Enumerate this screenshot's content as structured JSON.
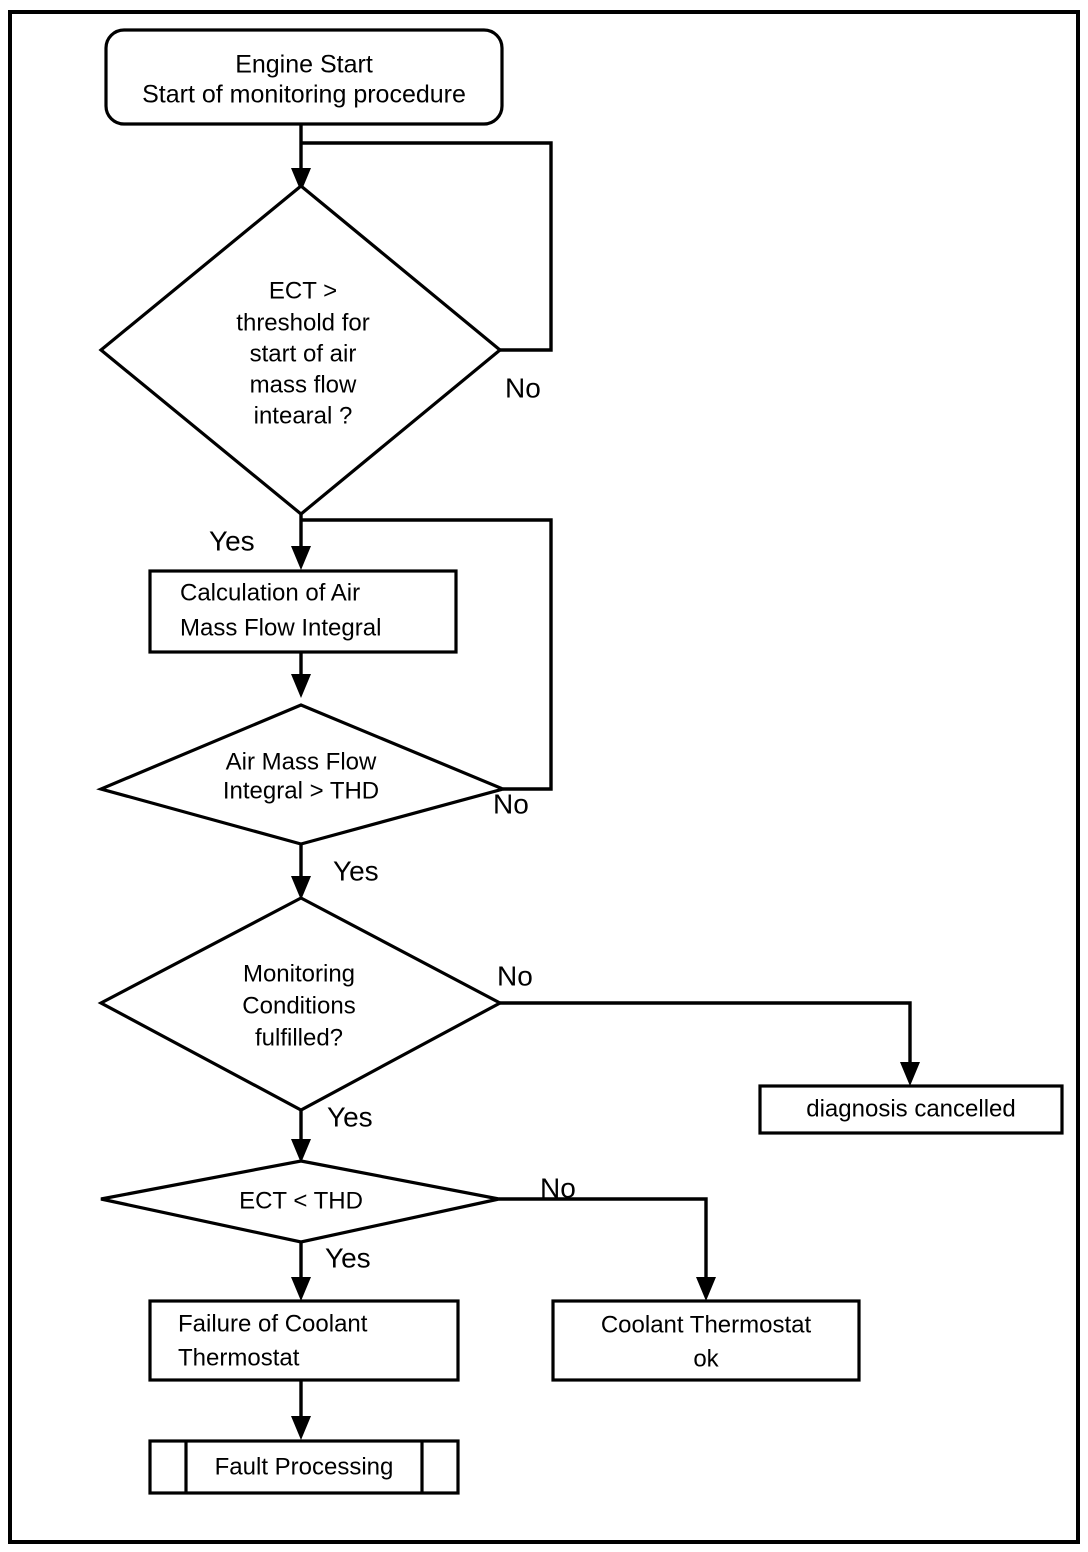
{
  "diagram": {
    "title": "Coolant thermostat monitoring flowchart",
    "type": "flowchart",
    "stroke_color": "#000000",
    "fill_color": "#ffffff",
    "nodes": {
      "start": {
        "shape": "rounded-rectangle",
        "line1": "Engine Start",
        "line2": "Start of monitoring procedure"
      },
      "decision_ect_threshold": {
        "shape": "diamond",
        "line1": "ECT >",
        "line2": "threshold for",
        "line3": "start of air",
        "line4": "mass flow",
        "line5": "intearal ?"
      },
      "process_calculation": {
        "shape": "rectangle",
        "line1": "Calculation of Air",
        "line2": "Mass Flow Integral"
      },
      "decision_integral_thd": {
        "shape": "diamond",
        "line1": "Air Mass Flow",
        "line2": "Integral > THD"
      },
      "decision_monitoring": {
        "shape": "diamond",
        "line1": "Monitoring",
        "line2": "Conditions",
        "line3": "fulfilled?"
      },
      "terminal_cancelled": {
        "shape": "rectangle",
        "line1": "diagnosis cancelled"
      },
      "decision_ect_thd": {
        "shape": "diamond",
        "line1": "ECT < THD"
      },
      "terminal_failure": {
        "shape": "rectangle",
        "line1": "Failure of Coolant",
        "line2": "Thermostat"
      },
      "terminal_ok": {
        "shape": "rectangle",
        "line1": "Coolant Thermostat",
        "line2": "ok"
      },
      "predefined_fault_processing": {
        "shape": "predefined-process",
        "line1": "Fault Processing"
      }
    },
    "branch_labels": {
      "no_ect_threshold": "No",
      "yes_ect_threshold": "Yes",
      "no_integral_thd": "No",
      "yes_integral_thd": "Yes",
      "no_monitoring": "No",
      "yes_monitoring": "Yes",
      "no_ect_thd": "No",
      "yes_ect_thd": "Yes"
    }
  }
}
